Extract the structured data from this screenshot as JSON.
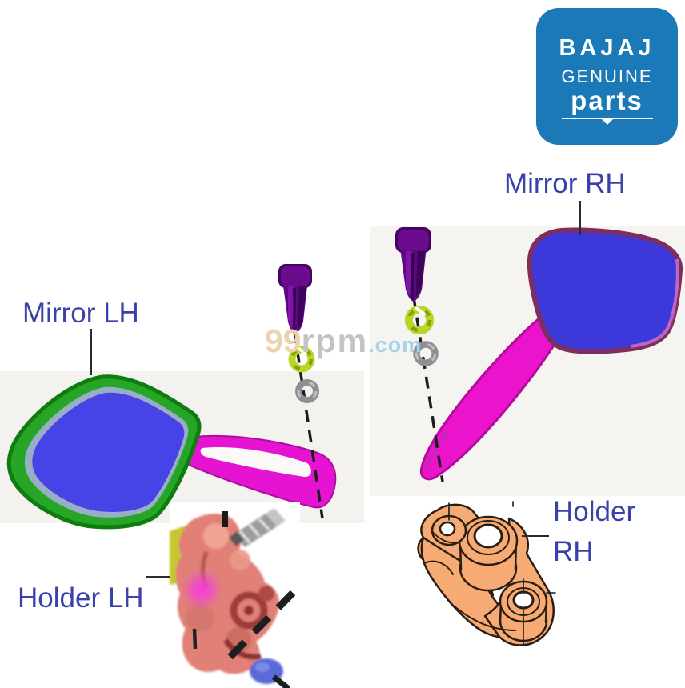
{
  "logo": {
    "brand": "BAJAJ",
    "genuine": "GENUINE",
    "parts": "parts"
  },
  "watermark": {
    "n99": "99",
    "rpm": "rpm",
    "com": ".com"
  },
  "labels": {
    "mirror_lh": "Mirror LH",
    "mirror_rh": "Mirror RH",
    "holder_lh": "Holder LH",
    "holder_rh_line1": "Holder",
    "holder_rh_line2": "RH"
  },
  "colors": {
    "label_text": "#3a41ab",
    "logo_bg": "#1a79b6",
    "mirror_glass": "#4340e0",
    "mirror_lh_frame": "#27a527",
    "mirror_rh_frame": "#8b3a6b",
    "arm_magenta": "#e614d2",
    "bolt_purple": "#5c0880",
    "spring_washer": "#b8d626",
    "flat_washer": "#8e8e93",
    "holder_rh_fill": "#f6ab74",
    "holder_lh_body": "#e08076"
  }
}
